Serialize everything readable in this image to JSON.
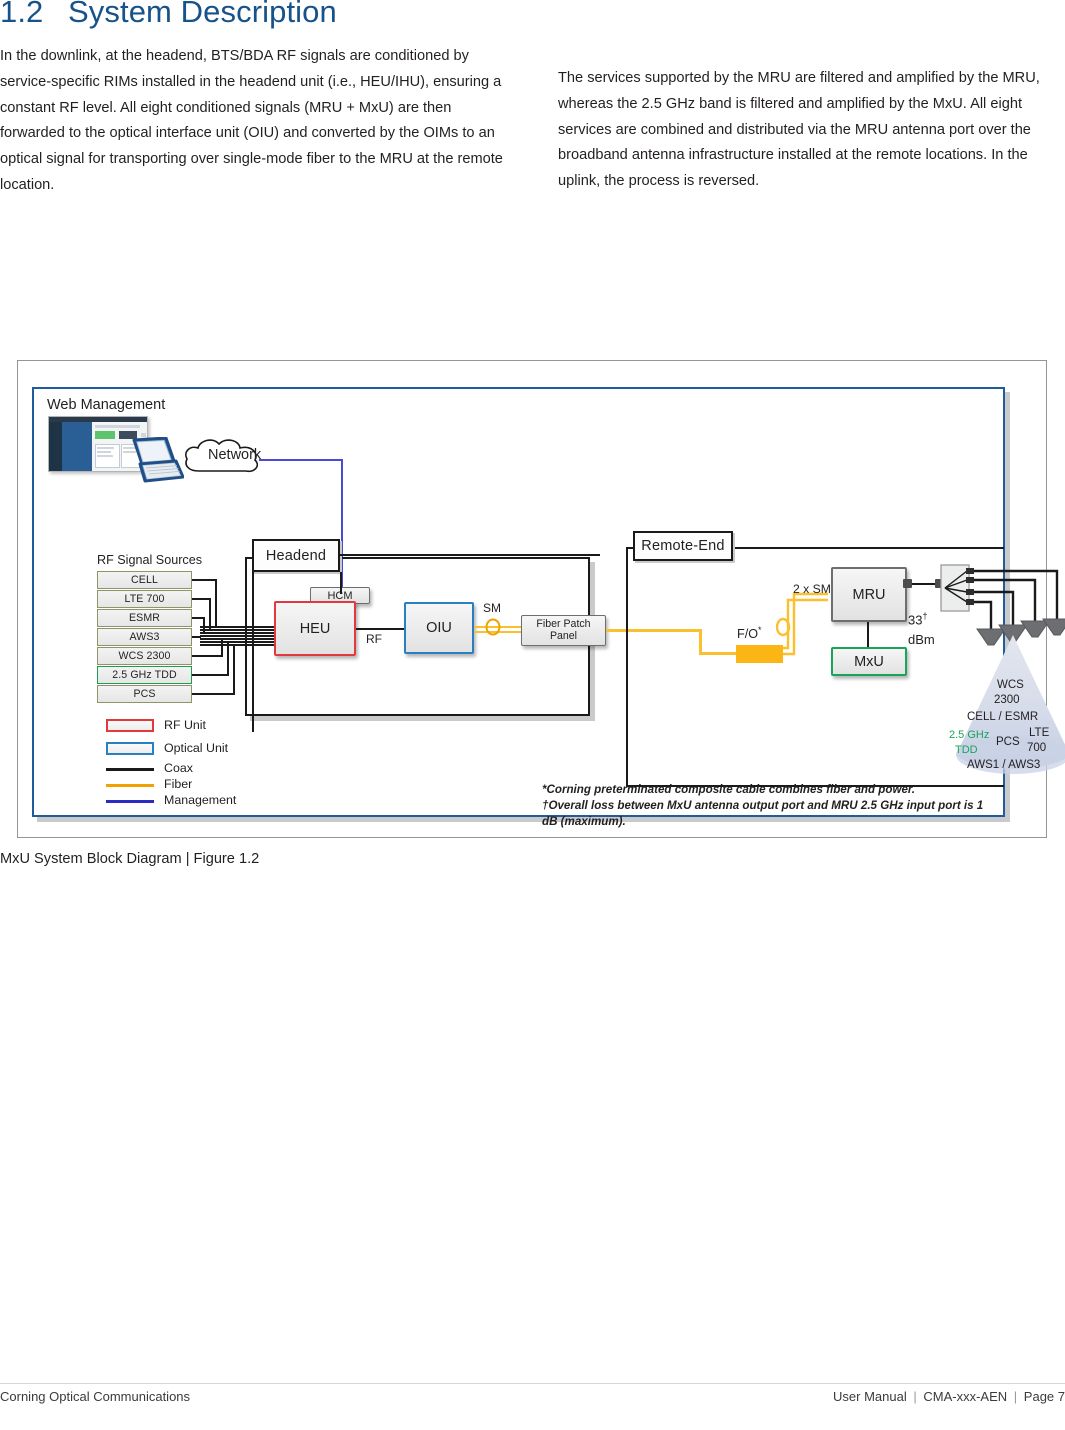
{
  "heading": {
    "number": "1.2",
    "title": "System Description"
  },
  "body": {
    "left_paragraph": "In the downlink, at the headend, BTS/BDA RF signals are conditioned by service-specific RIMs installed in the headend unit (i.e., HEU/IHU), ensuring a constant RF level.  All eight conditioned signals (MRU + MxU) are then forwarded to the optical interface unit (OIU) and converted by the OIMs to an optical signal for transporting over single-mode fiber to the MRU at the remote location.",
    "right_paragraph": "The services supported by the MRU are filtered and amplified by the MRU, whereas the 2.5 GHz band is filtered and amplified by the MxU. All eight services are combined and distributed via the MRU antenna port over the broadband antenna infrastructure installed at the remote locations. In the uplink, the process is reversed."
  },
  "figure": {
    "caption": "MxU System Block Diagram | Figure 1.2",
    "web_management_label": "Web Management",
    "network_label": "Network",
    "rf_sources_label": "RF Signal Sources",
    "rf_sources": [
      {
        "label": "CELL",
        "highlight": false
      },
      {
        "label": "LTE 700",
        "highlight": false
      },
      {
        "label": "ESMR",
        "highlight": false
      },
      {
        "label": "AWS3",
        "highlight": false
      },
      {
        "label": "WCS 2300",
        "highlight": false
      },
      {
        "label": "2.5 GHz TDD",
        "highlight": true
      },
      {
        "label": "PCS",
        "highlight": false
      }
    ],
    "headend_label": "Headend",
    "remote_end_label": "Remote-End",
    "units": {
      "hcm": "HCM",
      "heu": "HEU",
      "oiu": "OIU",
      "fiber_patch_panel": "Fiber Patch\nPanel",
      "fiber_patch_panel_line1": "Fiber Patch",
      "fiber_patch_panel_line2": "Panel",
      "mru": "MRU",
      "mxu": "MxU"
    },
    "link_labels": {
      "rf": "RF",
      "sm": "SM",
      "fo": "F/O",
      "fo_marker": "*",
      "two_x_sm": "2 x SM",
      "power_value": "33",
      "power_marker": "†",
      "power_unit": "dBm"
    },
    "coverage_cone": {
      "line1": "WCS",
      "line2": "2300",
      "line3": "CELL / ESMR",
      "tdd_line1": "2.5 GHz",
      "tdd_line2": "TDD",
      "pcs": "PCS",
      "lte_line1": "LTE",
      "lte_line2": "700",
      "aws": "AWS1 / AWS3"
    },
    "legend": [
      {
        "kind": "box",
        "label": "RF Unit",
        "color": "#e03a3e"
      },
      {
        "kind": "box",
        "label": "Optical Unit",
        "color": "#2a7fc1"
      },
      {
        "kind": "line",
        "label": "Coax",
        "color": "#1a1a1a"
      },
      {
        "kind": "line",
        "label": "Fiber",
        "color": "#f0a202"
      },
      {
        "kind": "line",
        "label": "Management",
        "color": "#2b2bc4"
      }
    ],
    "footnotes": [
      "*Corning preterminated composite cable combines fiber and power.",
      "†Overall loss between MxU antenna output port and MRU 2.5 GHz input port is 1 dB (maximum)."
    ]
  },
  "footer": {
    "left": "Corning Optical Communications",
    "right_manual": "User Manual",
    "right_doc": "CMA-xxx-AEN",
    "right_page": "Page 7"
  },
  "colors": {
    "heading_blue": "#17538a",
    "frame_blue": "#1f5c99",
    "rf_red": "#e03a3e",
    "optical_blue": "#2a7fc1",
    "green": "#18a558",
    "fiber_yellow": "#f0a202",
    "management_blue": "#2b2bc4"
  }
}
